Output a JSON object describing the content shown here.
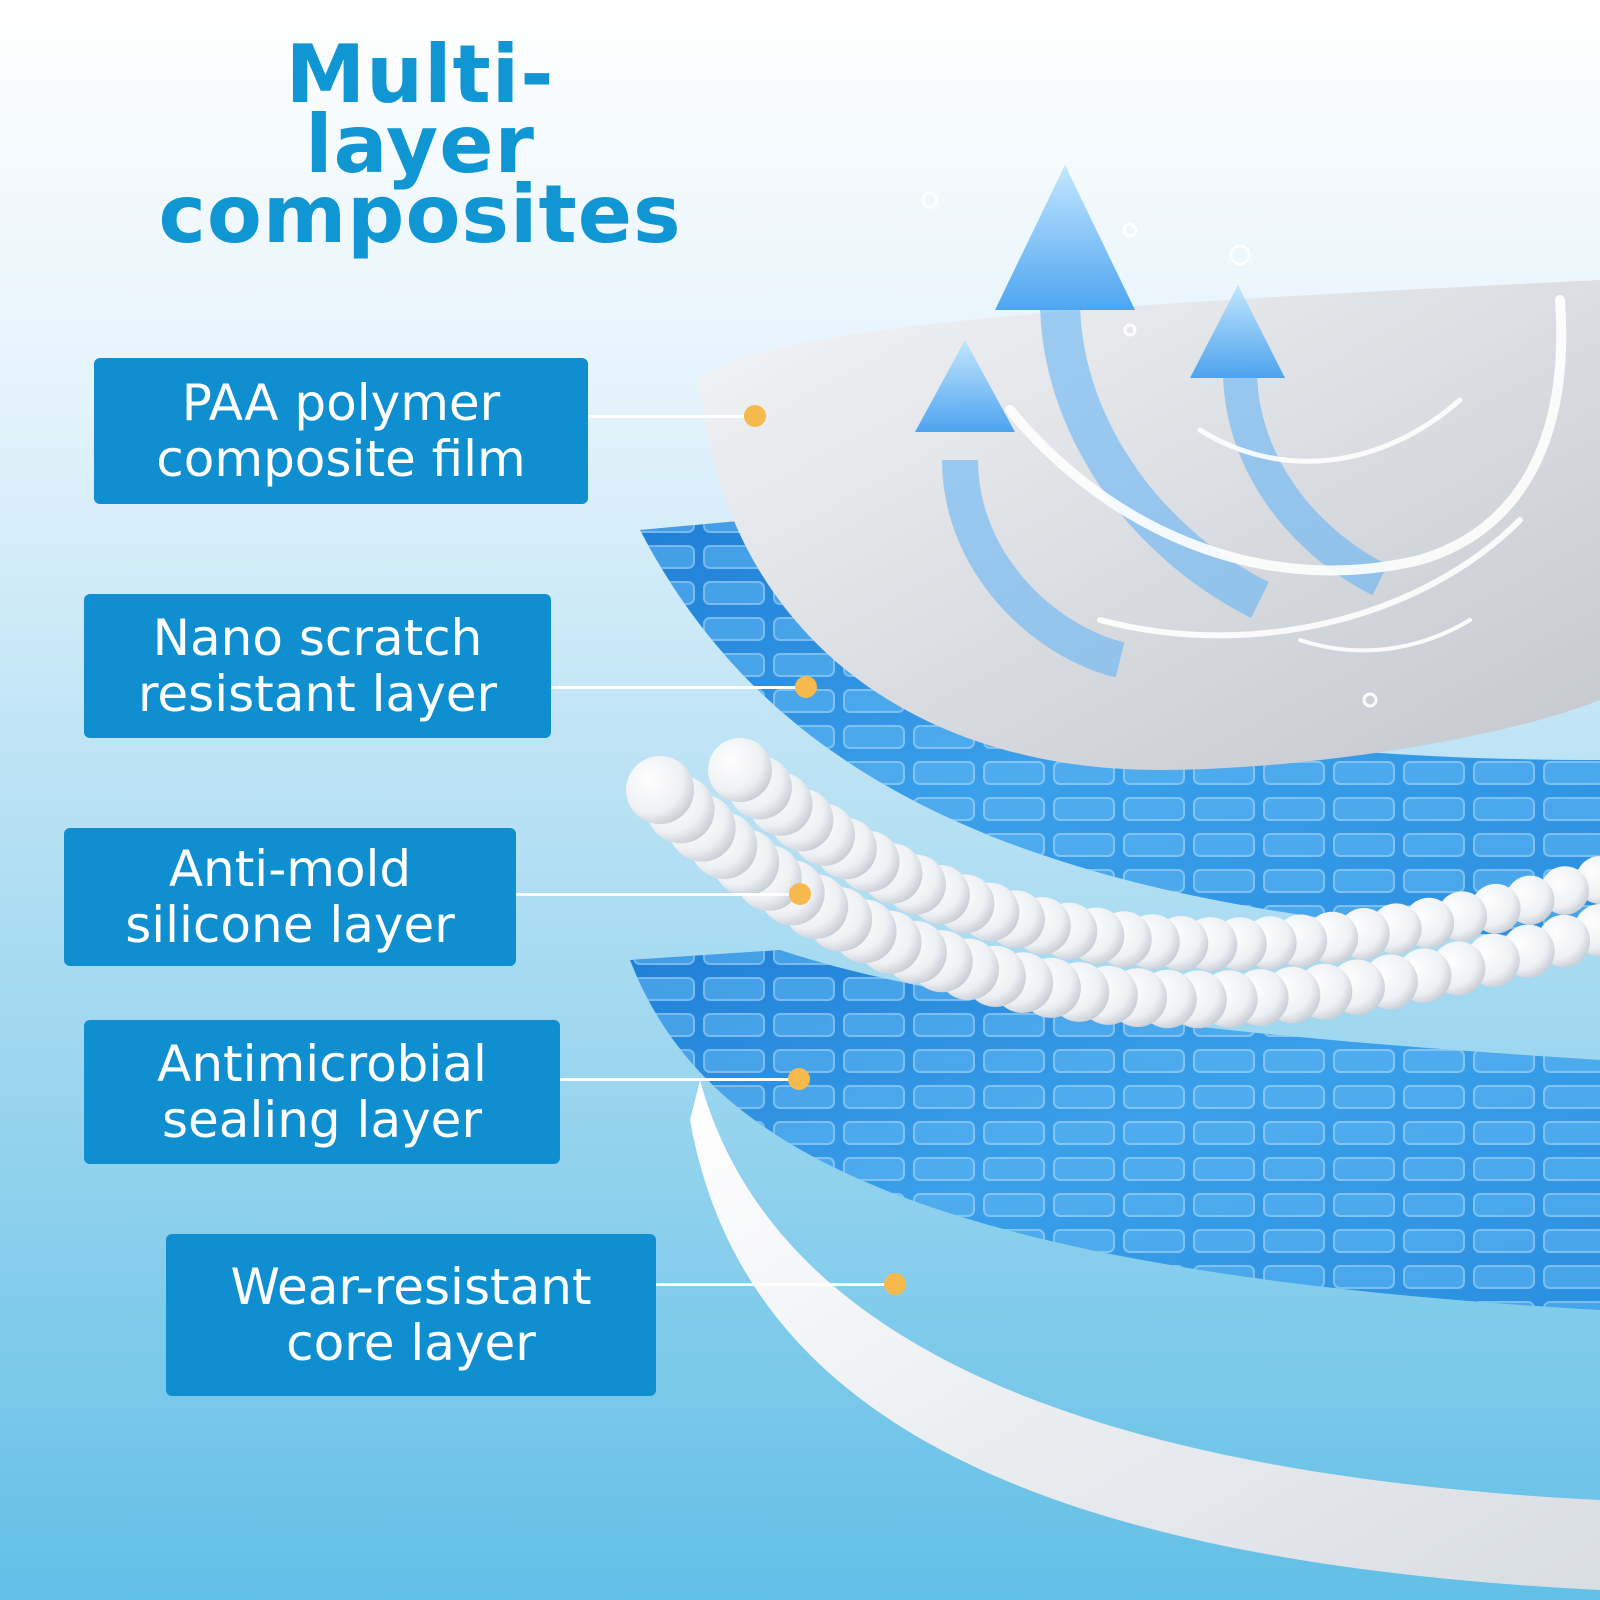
{
  "title": {
    "line1": "Multi-",
    "line2": "layer composites"
  },
  "colors": {
    "accent": "#0f96d3",
    "label_bg": "#0f8fd0",
    "dot": "#f6b94b",
    "bg_top": "#ffffff",
    "bg_bottom": "#62bfe6"
  },
  "layers": [
    {
      "line1": "PAA polymer",
      "line2": "composite film"
    },
    {
      "line1": "Nano scratch",
      "line2": "resistant layer"
    },
    {
      "line1": "Anti-mold",
      "line2": "silicone layer"
    },
    {
      "line1": "Antimicrobial",
      "line2": "sealing layer"
    },
    {
      "line1": "Wear-resistant",
      "line2": "core layer"
    }
  ],
  "icons": [
    "arrow-up-icon",
    "water-splash-icon"
  ]
}
